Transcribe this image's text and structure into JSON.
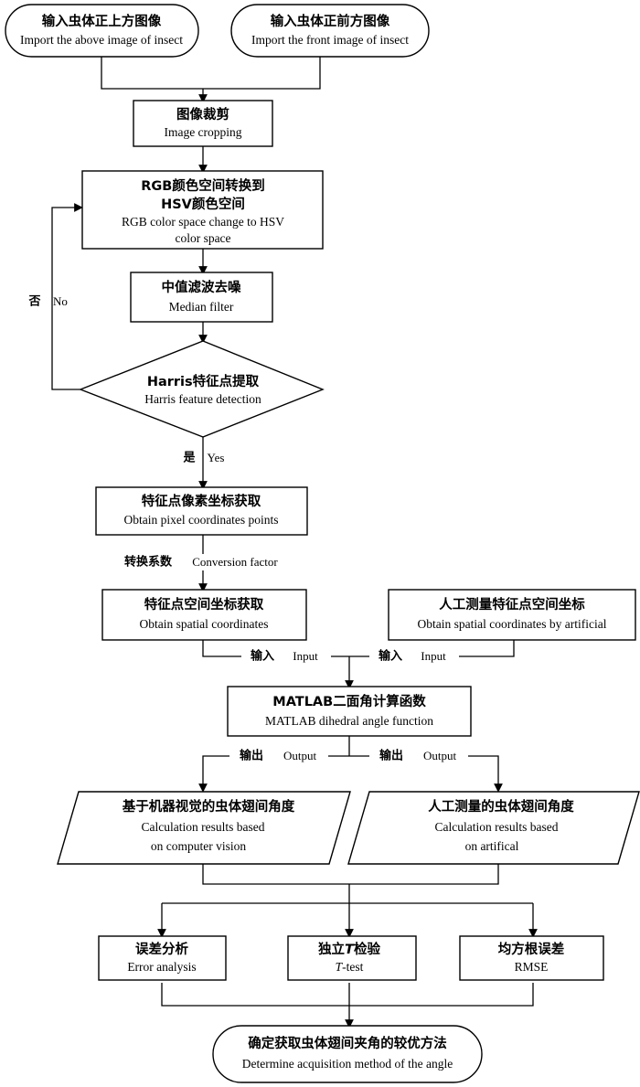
{
  "diagram": {
    "type": "flowchart",
    "title_visible": false,
    "orientation": "top-to-bottom",
    "background_color": "#ffffff",
    "line_color": "#000000",
    "nodes": [
      {
        "id": "input-above",
        "shape": "terminator",
        "cn": "输入虫体正上方图像",
        "en": "Import the above image of insect"
      },
      {
        "id": "input-front",
        "shape": "terminator",
        "cn": "输入虫体正前方图像",
        "en": "Import the front image of insect"
      },
      {
        "id": "image-cropping",
        "shape": "process",
        "cn": "图像裁剪",
        "en": "Image cropping"
      },
      {
        "id": "rgb-to-hsv",
        "shape": "process",
        "cn1": "RGB颜色空间转换到",
        "cn2": "HSV颜色空间",
        "en1": "RGB color space change to HSV",
        "en2": "color space"
      },
      {
        "id": "median-filter",
        "shape": "process",
        "cn": "中值滤波去噪",
        "en": "Median filter"
      },
      {
        "id": "harris-detection",
        "shape": "decision",
        "cn": "Harris特征点提取",
        "en": "Harris feature detection"
      },
      {
        "id": "pixel-coordinates",
        "shape": "process",
        "cn": "特征点像素坐标获取",
        "en": "Obtain pixel coordinates points"
      },
      {
        "id": "spatial-coordinates",
        "shape": "process",
        "cn": "特征点空间坐标获取",
        "en": "Obtain spatial coordinates"
      },
      {
        "id": "spatial-artificial",
        "shape": "process",
        "cn": "人工测量特征点空间坐标",
        "en": "Obtain spatial coordinates by artificial"
      },
      {
        "id": "matlab-function",
        "shape": "process",
        "cn": "MATLAB二面角计算函数",
        "en": "MATLAB dihedral angle function"
      },
      {
        "id": "result-vision",
        "shape": "parallelogram",
        "cn": "基于机器视觉的虫体翅间角度",
        "en1": "Calculation results based",
        "en2": "on computer vision"
      },
      {
        "id": "result-artificial",
        "shape": "parallelogram",
        "cn": "人工测量的虫体翅间角度",
        "en1": "Calculation results based",
        "en2": "on artifical"
      },
      {
        "id": "error-analysis",
        "shape": "process",
        "cn": "误差分析",
        "en": "Error analysis"
      },
      {
        "id": "t-test",
        "shape": "process",
        "cn_pre": "独立",
        "cn_italic": "T",
        "cn_post": "检验",
        "en_italic": "T",
        "en_post": "-test"
      },
      {
        "id": "rmse",
        "shape": "process",
        "cn": "均方根误差",
        "en": "RMSE"
      },
      {
        "id": "determine-method",
        "shape": "terminator",
        "cn": "确定获取虫体翅间夹角的较优方法",
        "en": "Determine acquisition method of the angle"
      }
    ],
    "edge_labels": {
      "no_cn": "否",
      "no_en": "No",
      "yes_cn": "是",
      "yes_en": "Yes",
      "conversion_cn": "转换系数",
      "conversion_en": "Conversion factor",
      "input_cn": "输入",
      "input_en": "Input",
      "output_cn": "输出",
      "output_en": "Output"
    }
  }
}
